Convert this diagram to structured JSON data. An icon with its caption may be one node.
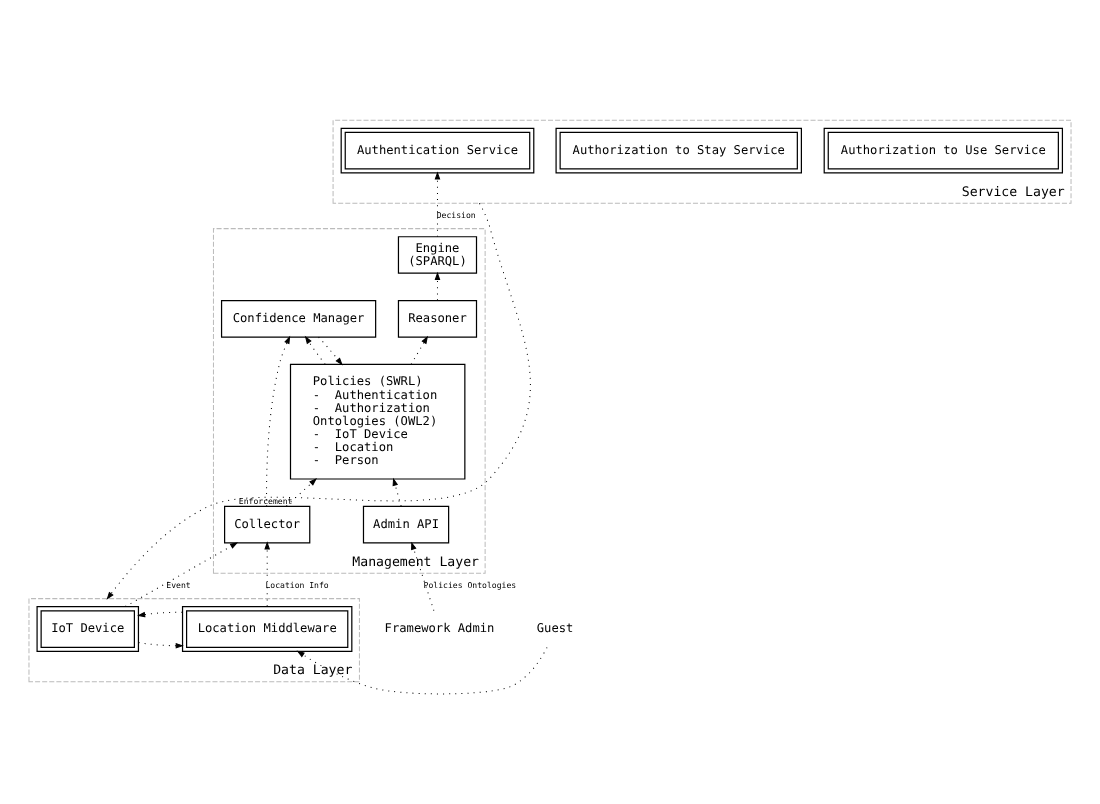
{
  "diagram": {
    "nodes": [
      {
        "text": [
          "Service Layer"
        ]
      },
      {
        "text": [
          "Authorization to Use Service"
        ],
        "in": 0
      },
      {
        "text": [
          "Authorization to Stay Service"
        ],
        "in": 0
      },
      {
        "text": [
          "Authentication Service"
        ],
        "in": 0
      },
      {
        "text": [
          "Management Layer"
        ]
      },
      {
        "text": [
          "Policies (SWRL)",
          "-  Authentication",
          "-  Authorization",
          "Ontologies (OWL2)",
          "-  IoT Device",
          "-  Location",
          "-  Person"
        ],
        "in": 4
      },
      {
        "text": [
          "Engine",
          "(SPARQL)"
        ],
        "in": 4
      },
      {
        "text": [
          "Reasoner"
        ],
        "in": 4
      },
      {
        "text": [
          "Confidence Manager"
        ],
        "in": 4
      },
      {
        "text": [
          "Admin API"
        ],
        "in": 4
      },
      {
        "text": [
          "Collector"
        ],
        "in": 4
      },
      {
        "text": [
          "Framework Admin"
        ]
      },
      {
        "text": [
          "Guest"
        ]
      },
      {
        "text": [
          "Data Layer"
        ]
      },
      {
        "text": [
          "Location Middleware"
        ],
        "in": 13
      },
      {
        "text": [
          "IoT Device"
        ],
        "in": 13
      }
    ],
    "edges": [
      {
        "from": 6,
        "to": 3,
        "arrow": "to",
        "label": "Decision"
      },
      {
        "from": 0,
        "to": 13,
        "arrow": "to",
        "label": "Enforcement"
      },
      {
        "from": 5,
        "to": 7,
        "arrow": "to"
      },
      {
        "from": 8,
        "to": 5,
        "arrow": "to"
      },
      {
        "from": 5,
        "to": 8,
        "arrow": "to"
      },
      {
        "from": 10,
        "to": 5,
        "arrow": "to"
      },
      {
        "from": 10,
        "to": 8,
        "arrow": "to"
      },
      {
        "from": 7,
        "to": 6,
        "arrow": "to"
      },
      {
        "from": 9,
        "to": 5,
        "arrow": "to"
      },
      {
        "from": 11,
        "to": 9,
        "arrow": "to",
        "label": "Policies Ontologies"
      },
      {
        "from": 14,
        "to": 10,
        "arrow": "to",
        "label": "Location Info"
      },
      {
        "from": 15,
        "to": 10,
        "arrow": "to",
        "label": "Event"
      },
      {
        "from": 12,
        "to": 14,
        "arrow": "to"
      },
      {
        "from": 14,
        "to": 15,
        "arrow": "to"
      },
      {
        "from": 15,
        "to": 14,
        "arrow": "to"
      }
    ]
  }
}
